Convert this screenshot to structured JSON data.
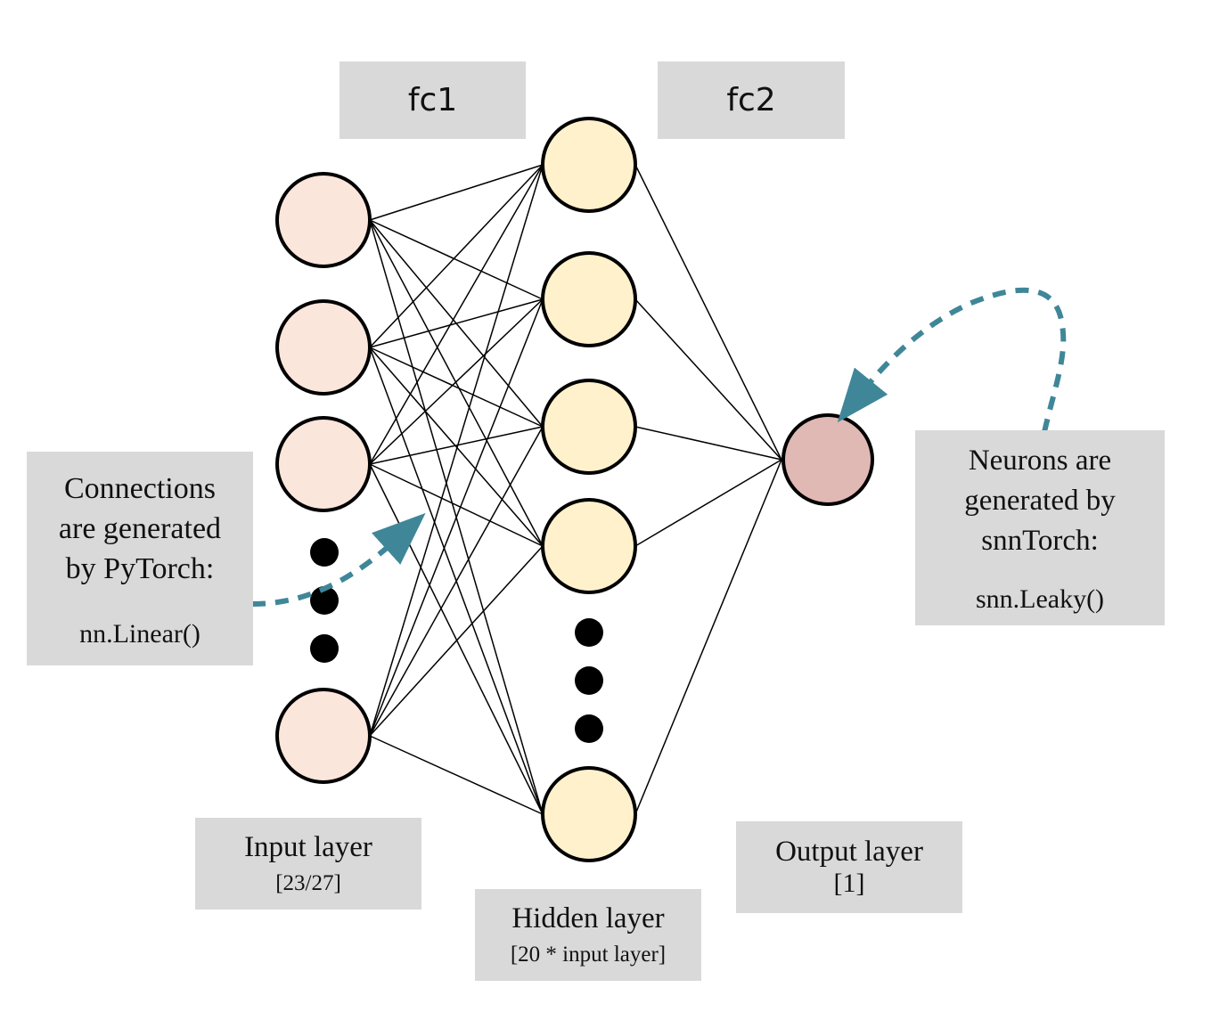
{
  "labels": {
    "fc1": "fc1",
    "fc2": "fc2",
    "connections": {
      "lines": [
        "Connections",
        "are generated",
        "by PyTorch:"
      ],
      "code": "nn.Linear()"
    },
    "neurons": {
      "lines": [
        "Neurons are",
        "generated by",
        "snnTorch:"
      ],
      "code": "snn.Leaky()"
    },
    "input_layer": {
      "name": "Input layer",
      "size": "[23/27]"
    },
    "hidden_layer": {
      "name": "Hidden layer",
      "size": "[20 * input layer]"
    },
    "output_layer": {
      "name": "Output layer",
      "size": "[1]"
    }
  },
  "network": {
    "input_visible_neurons": 4,
    "hidden_visible_neurons": 5,
    "output_neurons": 1,
    "ellipsis_dots": 3
  },
  "colors": {
    "input_neuron": "#fbe6dc",
    "hidden_neuron": "#fff1cc",
    "output_neuron": "#e0b8b4",
    "neuron_stroke": "#000000",
    "arrow": "#3f8798",
    "label_box": "#d9d9d9"
  }
}
